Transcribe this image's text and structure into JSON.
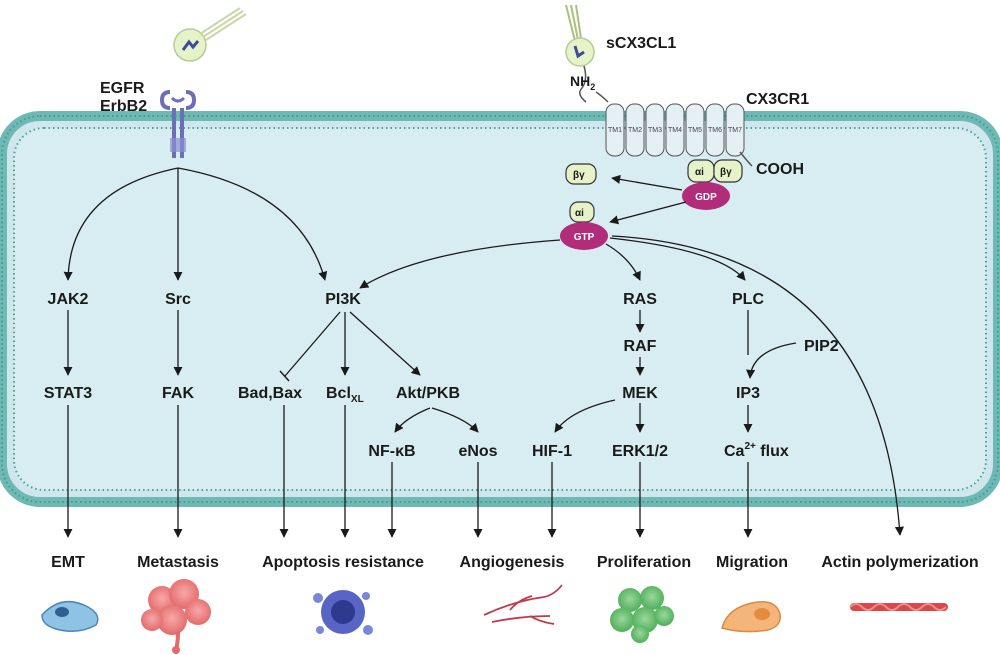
{
  "colors": {
    "cell_fill": "#d8edf1",
    "membrane": "#6fb9b4",
    "membrane_dots": "#4aa39e",
    "arrow": "#1a1a1a",
    "gtp_gdp": "#b12c79",
    "g_subunit": "#e6f3c9",
    "receptor": "#6b6fb8"
  },
  "ligand": {
    "soluble": "sCX3CL1",
    "nh2": "NH",
    "nh2_sub": "2"
  },
  "receptors": {
    "egfr": "EGFR",
    "erbb2": "ErbB2",
    "cx3cr1": "CX3CR1",
    "cooh": "COOH",
    "tm": [
      "TM1",
      "TM2",
      "TM3",
      "TM4",
      "TM5",
      "TM6",
      "TM7"
    ]
  },
  "g_protein": {
    "alpha": "αi",
    "betagamma": "βγ",
    "gdp": "GDP",
    "gtp": "GTP"
  },
  "nodes": {
    "jak2": "JAK2",
    "stat3": "STAT3",
    "src": "Src",
    "fak": "FAK",
    "pi3k": "PI3K",
    "bad_bax": "Bad,Bax",
    "bcl": "Bcl",
    "bcl_sub": "XL",
    "akt": "Akt/PKB",
    "nfkb": "NF-κB",
    "enos": "eNos",
    "ras": "RAS",
    "raf": "RAF",
    "mek": "MEK",
    "hif1": "HIF-1",
    "erk": "ERK1/2",
    "plc": "PLC",
    "pip2": "PIP2",
    "ip3": "IP3",
    "ca": "Ca",
    "ca_sup": "2+",
    "ca_flux": " flux"
  },
  "outcomes": {
    "emt": "EMT",
    "metastasis": "Metastasis",
    "apoptosis": "Apoptosis resistance",
    "angiogenesis": "Angiogenesis",
    "proliferation": "Proliferation",
    "migration": "Migration",
    "actin": "Actin polymerization"
  },
  "icons": [
    "emt-cell-icon",
    "metastasis-cluster-icon",
    "apoptosis-cell-icon",
    "angiogenesis-vessel-icon",
    "proliferation-cluster-icon",
    "migration-cell-icon",
    "actin-filament-icon"
  ]
}
